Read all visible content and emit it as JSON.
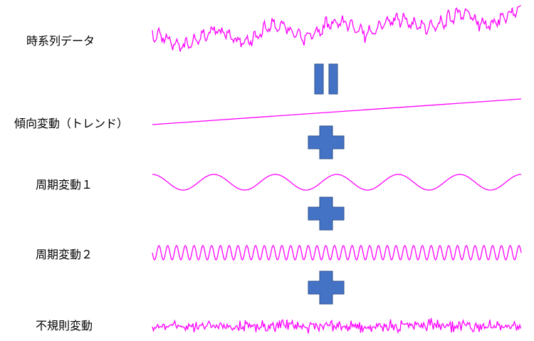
{
  "labels": {
    "time_series": "時系列データ",
    "trend": "傾向変動（トレンド）",
    "periodic1": "周期変動１",
    "periodic2": "周期変動２",
    "irregular": "不規則変動"
  },
  "colors": {
    "wave": "#ff00ff",
    "operator": "#4472c4",
    "operator_edge": "#2f528f"
  },
  "icons": {
    "equals": "equals-icon",
    "plus": "plus-icon"
  },
  "waves": {
    "trend": {
      "rise": 1.0
    },
    "periodic1": {
      "cycles": 6
    },
    "periodic2": {
      "cycles": 42
    }
  }
}
